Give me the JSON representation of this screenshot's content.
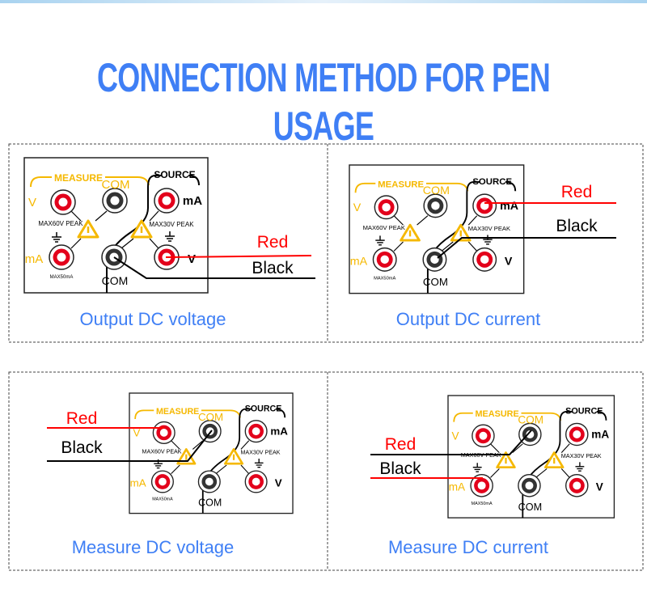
{
  "title": "CONNECTION METHOD FOR PEN USAGE",
  "colors": {
    "title": "#3f7ff5",
    "caption": "#3f7ff5",
    "red_wire": "#ff0000",
    "black_wire": "#000000",
    "measure_accent": "#f5b800"
  },
  "panel_labels": {
    "measure": "MEASURE",
    "source": "SOURCE",
    "measure_com": "COM",
    "measure_v": "V",
    "measure_ma": "mA",
    "max60v": "MAX60V PEAK",
    "max30v": "MAX30V PEAK",
    "max50ma": "MAX50mA",
    "source_ma": "mA",
    "source_v": "V",
    "source_com": "COM"
  },
  "diagrams": [
    {
      "caption": "Output DC voltage",
      "red_label": "Red",
      "black_label": "Black"
    },
    {
      "caption": "Output DC current",
      "red_label": "Red",
      "black_label": "Black"
    },
    {
      "caption": "Measure DC voltage",
      "red_label": "Red",
      "black_label": "Black"
    },
    {
      "caption": "Measure DC current",
      "red_label": "Red",
      "black_label": "Black"
    }
  ]
}
